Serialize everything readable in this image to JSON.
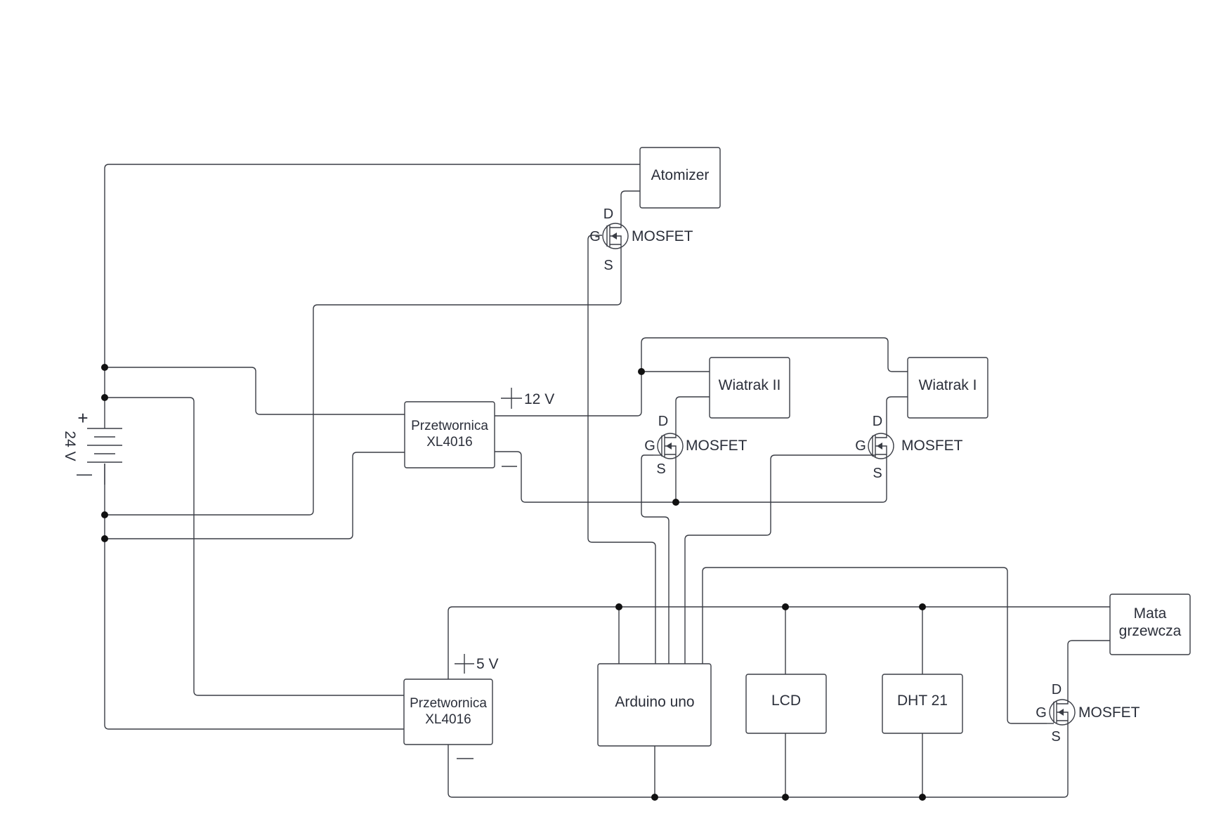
{
  "components": {
    "atomizer": "Atomizer",
    "wiatrak2": "Wiatrak II",
    "wiatrak1": "Wiatrak I",
    "converter_top": "Przetwornica\nXL4016",
    "converter_bottom": "Przetwornica\nXL4016",
    "arduino": "Arduino uno",
    "lcd": "LCD",
    "dht": "DHT 21",
    "mata": "Mata\ngrzewcza"
  },
  "mosfet": {
    "label": "MOSFET",
    "drain": "D",
    "gate": "G",
    "source": "S"
  },
  "battery": {
    "voltage": "24 V",
    "plus": "+",
    "minus": "—"
  },
  "voltages": {
    "v12": "12 V",
    "v5": "5 V"
  }
}
